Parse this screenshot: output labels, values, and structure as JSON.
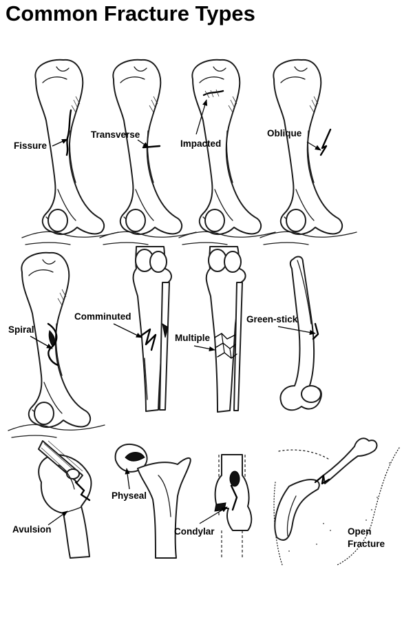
{
  "title": "Common Fracture Types",
  "labels": {
    "fissure": "Fissure",
    "transverse": "Transverse",
    "impacted": "Impacted",
    "oblique": "Oblique",
    "spiral": "Spiral",
    "comminuted": "Comminuted",
    "multiple": "Multiple",
    "greenstick": "Green-stick",
    "avulsion": "Avulsion",
    "physeal": "Physeal",
    "condylar": "Condylar",
    "open_line1": "Open",
    "open_line2": "Fracture"
  },
  "colors": {
    "ink": "#1a1a1a",
    "background": "#ffffff"
  }
}
